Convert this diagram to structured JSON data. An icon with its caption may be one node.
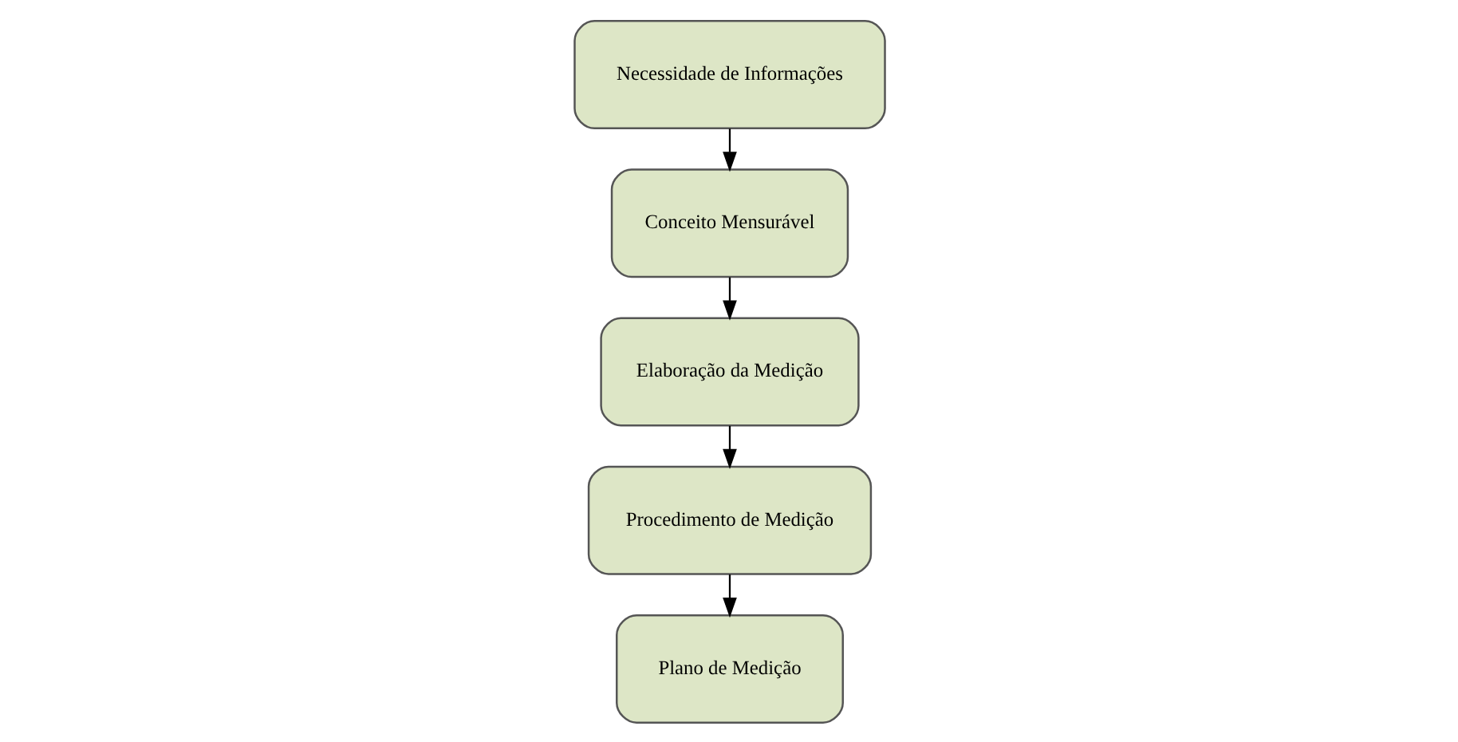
{
  "diagram": {
    "nodes": [
      {
        "text": [
          "Necessidade de Informações"
        ]
      },
      {
        "text": [
          "Conceito Mensurável"
        ]
      },
      {
        "text": [
          "Elaboração da Medição"
        ]
      },
      {
        "text": [
          "Procedimento de Medição"
        ]
      },
      {
        "text": [
          "Plano de Medição"
        ]
      }
    ],
    "edges": [
      {
        "from": 0,
        "to": 1,
        "arrow": "to"
      },
      {
        "from": 1,
        "to": 2,
        "arrow": "to"
      },
      {
        "from": 2,
        "to": 3,
        "arrow": "to"
      },
      {
        "from": 3,
        "to": 4,
        "arrow": "to"
      }
    ]
  }
}
